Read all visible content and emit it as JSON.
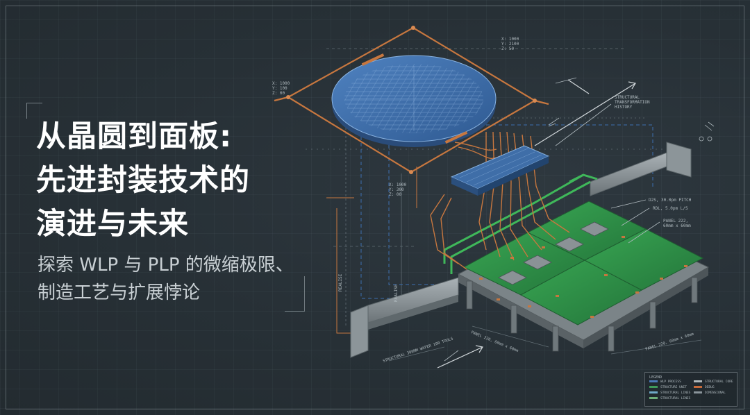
{
  "title": {
    "line1": "从晶圆到面板:",
    "line2": "先进封装技术的",
    "line3": "演进与未来"
  },
  "subtitle": {
    "line1": "探索 WLP 与 PLP 的微缩极限、",
    "line2": "制造工艺与扩展悖论"
  },
  "annotations": {
    "wafer_dims_left": [
      "X: 1000",
      "Y: 100",
      "Z: 00"
    ],
    "wafer_dims_top": [
      "X: 1000",
      "Y: 2100",
      "Z: 50"
    ],
    "interposer_dims": [
      "X: 1000",
      "Y: 300",
      "Z: 00"
    ],
    "structural_note": [
      "STRUCTURAL",
      "TRANSFORMATION",
      "HISTORY"
    ],
    "pitch_note_1": "D2S, 30.0pm PITCH",
    "pitch_note_2": "RDL, 5.0pm L/S",
    "panel_note": [
      "PANEL 222,",
      "60mm x 60mm"
    ],
    "bottom_left_note": "STRUCTURAL 300MM WAFER 100 TOOLS",
    "bottom_mid_note": "PANEL 220, 60mm x 60mm",
    "bottom_right_note": "PANEL 220, 60mm x 60mm",
    "vertical_left": "REALISE",
    "vertical_mid": "REALISE"
  },
  "legend": {
    "title": "LEGEND",
    "items": [
      {
        "label": "WLP PROCESS",
        "color": "#4a78b8"
      },
      {
        "label": "STRUCTURE UNIT",
        "color": "#3f9a5a"
      },
      {
        "label": "STRUCTURAL LINES",
        "color": "#6fa8c7"
      },
      {
        "label": "STRUCTURAL LINES",
        "color": "#6fae7a"
      },
      {
        "label": "STRUCTURAL CORE",
        "color": "#b0b8bc"
      },
      {
        "label": "DEBUG",
        "color": "#c76a3a"
      },
      {
        "label": "DIMENSIONAL",
        "color": "#8a949a"
      }
    ]
  },
  "colors": {
    "background": "#273036",
    "wafer_blue": "#3f6ea8",
    "copper": "#c7773f",
    "pcb_green": "#2f8f4a",
    "green_line": "#3fb85a",
    "steel": "#8d9599"
  }
}
